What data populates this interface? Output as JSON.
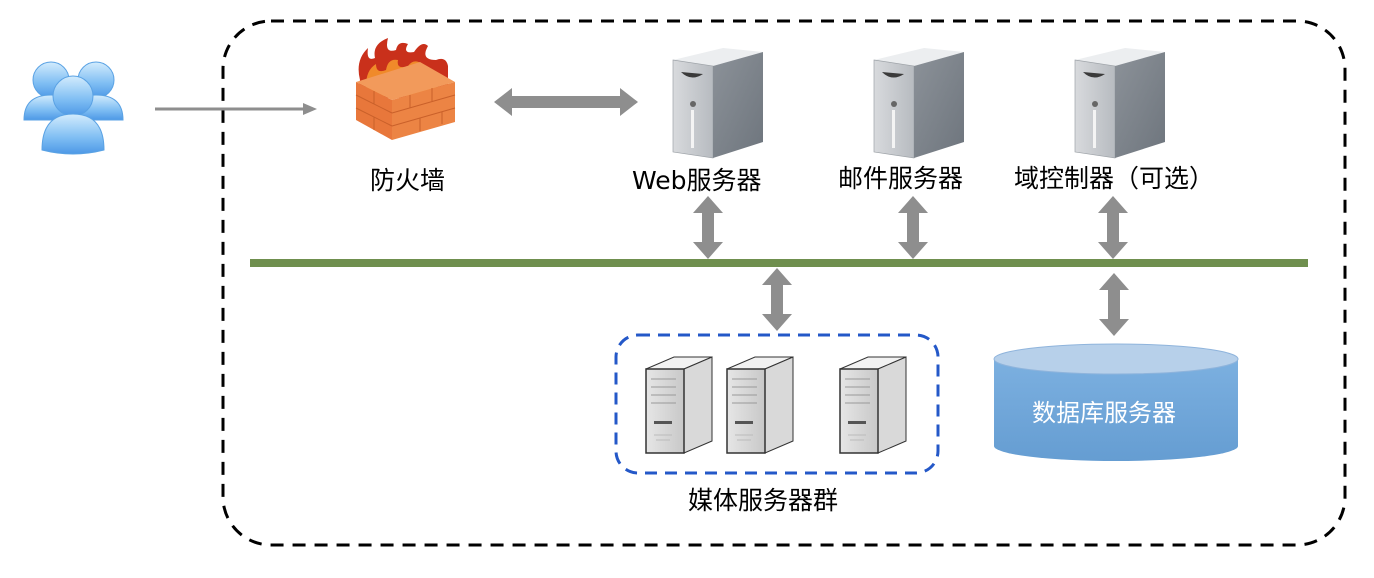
{
  "diagram": {
    "nodes": {
      "users": {
        "label": "",
        "icon": "users-icon"
      },
      "firewall": {
        "label": "防火墙",
        "icon": "firewall-icon"
      },
      "web_server": {
        "label": "Web服务器",
        "icon": "server-tower-icon"
      },
      "mail_server": {
        "label": "邮件服务器",
        "icon": "server-tower-icon"
      },
      "domain_controller": {
        "label": "域控制器（可选）",
        "icon": "server-tower-icon"
      },
      "media_cluster": {
        "label": "媒体服务器群",
        "icon": "server-icon",
        "server_count": 3
      },
      "database": {
        "label": "数据库服务器",
        "icon": "database-cylinder-icon"
      }
    },
    "edges": [
      {
        "from": "users",
        "to": "firewall",
        "type": "one-way"
      },
      {
        "from": "firewall",
        "to": "web_server",
        "type": "two-way"
      },
      {
        "from": "web_server",
        "to": "network-bus",
        "type": "two-way"
      },
      {
        "from": "mail_server",
        "to": "network-bus",
        "type": "two-way"
      },
      {
        "from": "domain_controller",
        "to": "network-bus",
        "type": "two-way"
      },
      {
        "from": "network-bus",
        "to": "media_cluster",
        "type": "two-way"
      },
      {
        "from": "network-bus",
        "to": "database",
        "type": "two-way"
      }
    ],
    "colors": {
      "bus": "#6f8f4e",
      "arrow": "#8e8e8e",
      "boundary": "#000000",
      "cluster_boundary": "#2458c8",
      "database_top": "#b7d0ea",
      "database_body": "#6fa4d6",
      "database_text": "#ffffff"
    }
  }
}
